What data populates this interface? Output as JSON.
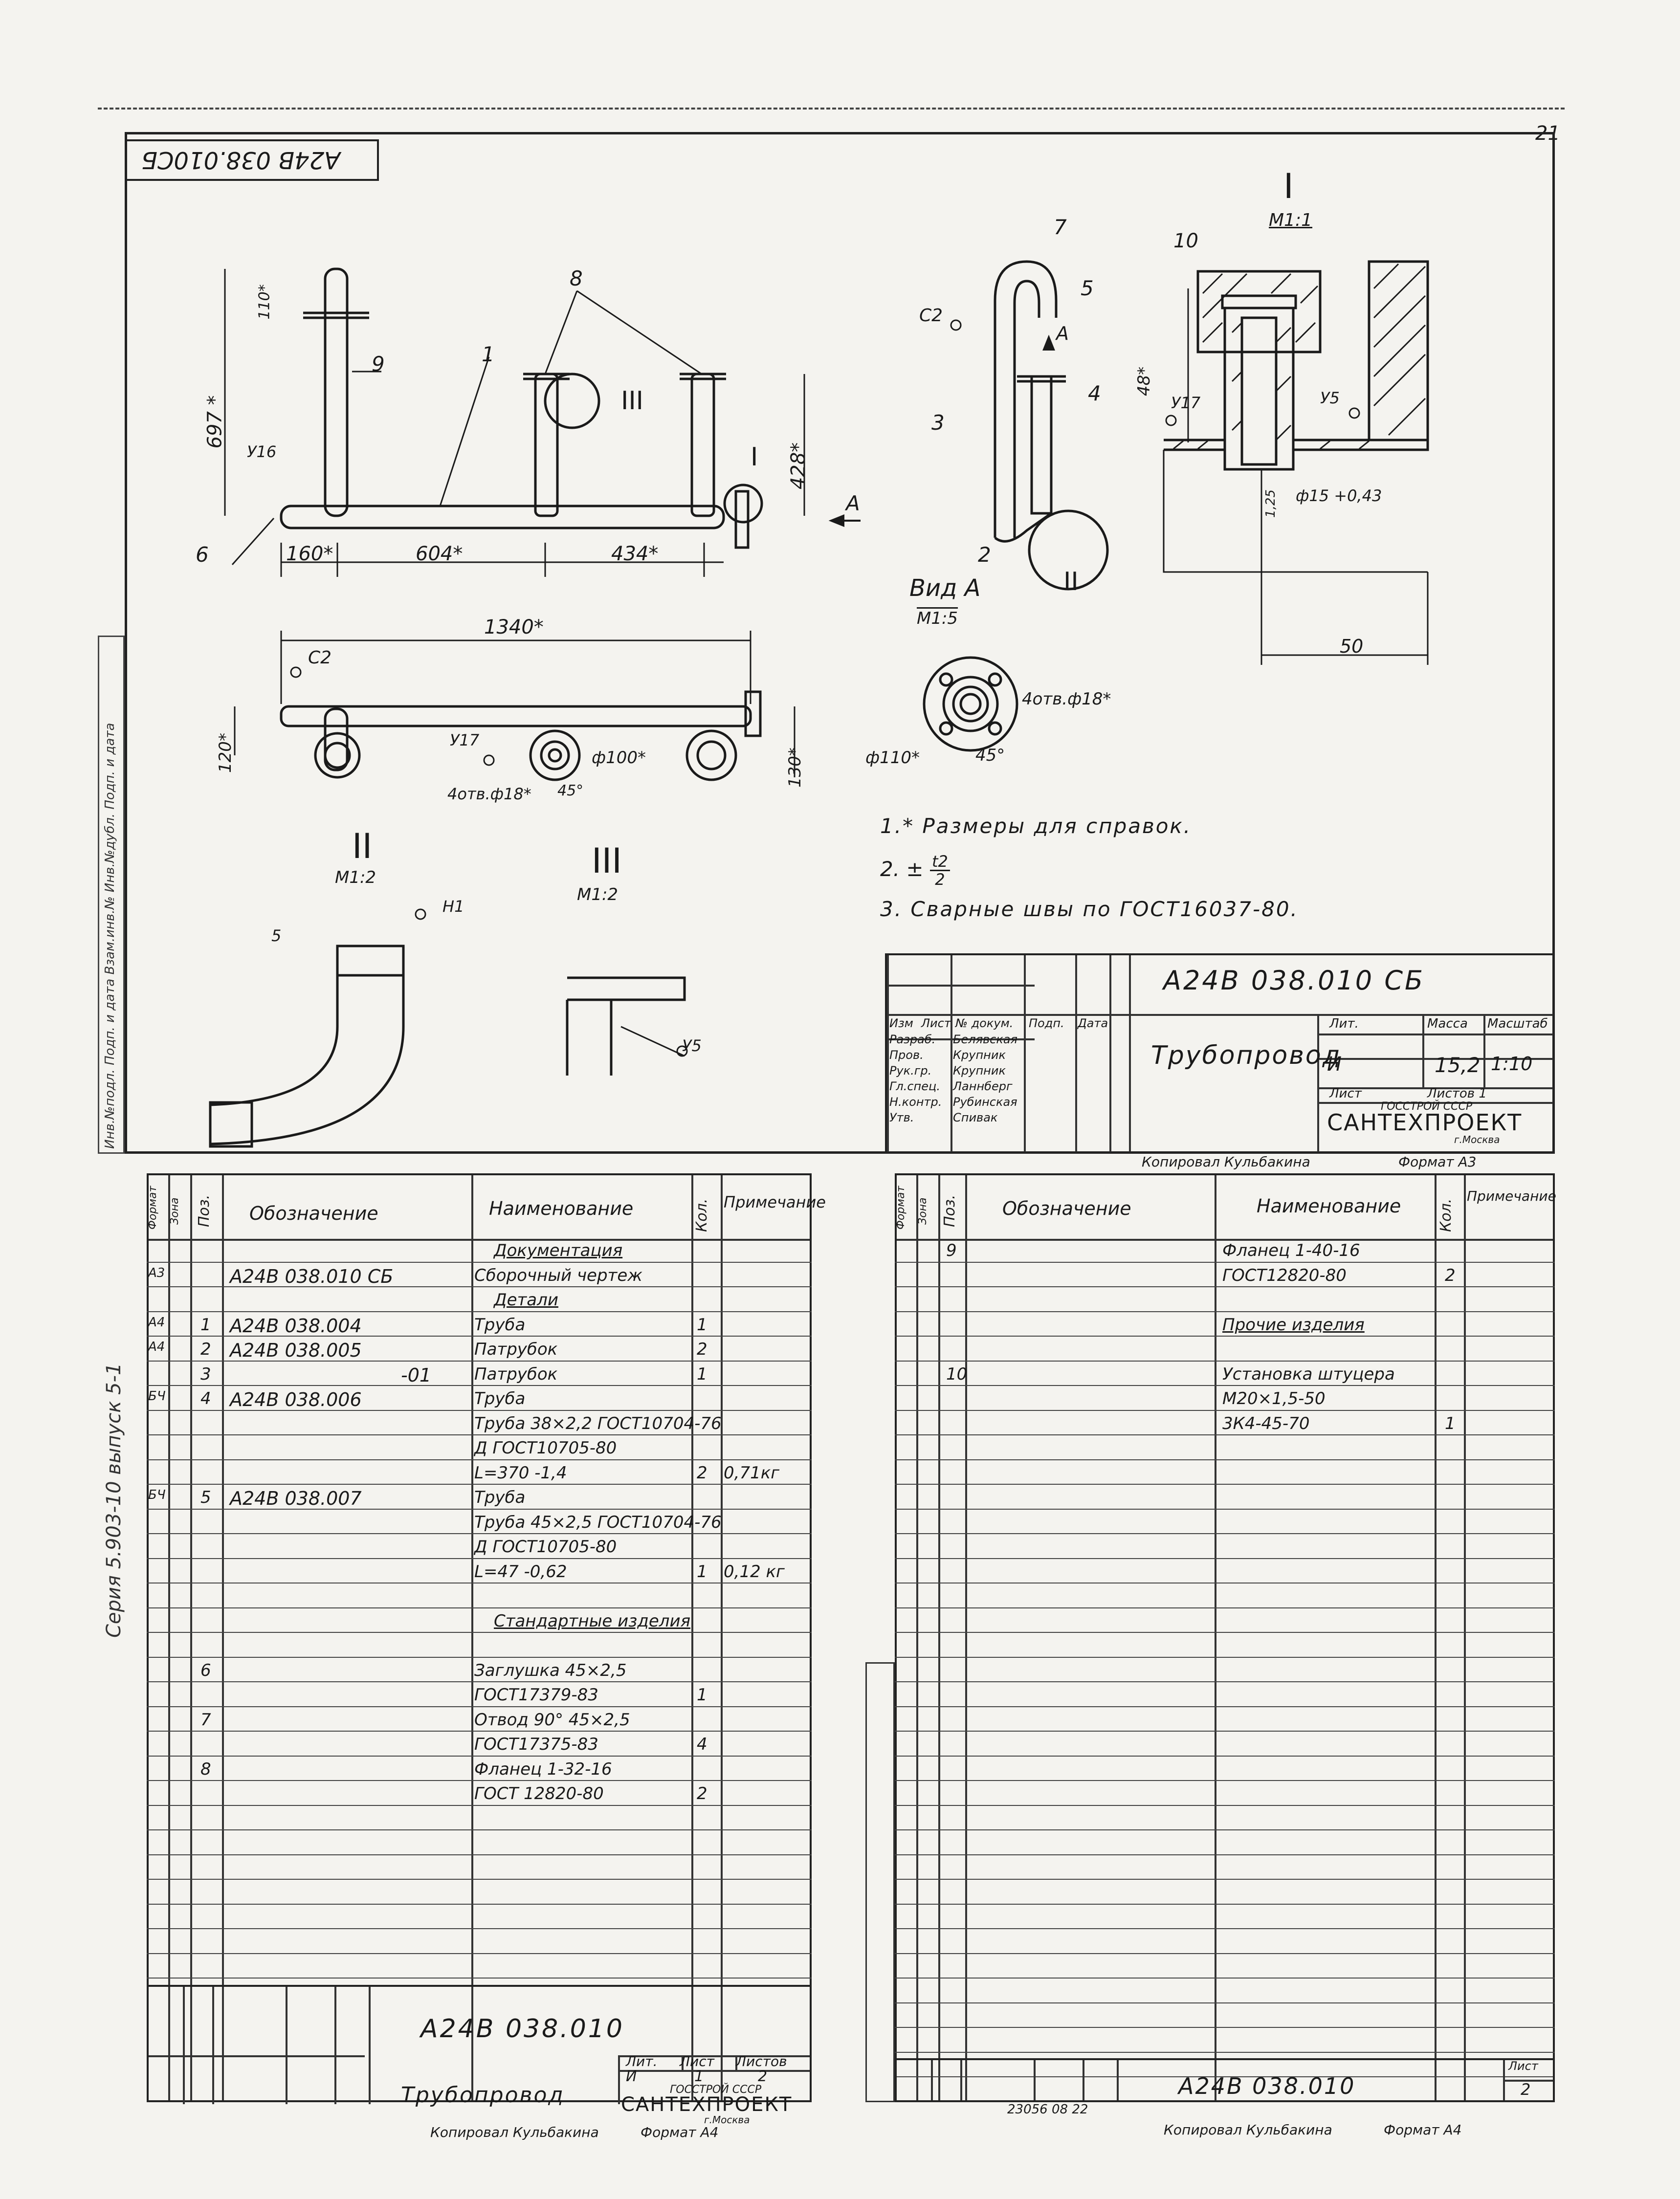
{
  "sheet_number": "21",
  "doc_code_top_left": "А24В 038.010СБ",
  "drawing": {
    "section_I": {
      "label": "I",
      "scale": "М1:1"
    },
    "view_A": {
      "label": "Вид А",
      "scale": "М1:5"
    },
    "section_II": {
      "label": "II",
      "scale": "М1:2"
    },
    "section_III": {
      "label": "III",
      "scale": "М1:2"
    },
    "dims_main": [
      "697 *",
      "110*",
      "428*",
      "160*",
      "604*",
      "434*",
      "1340*",
      "120*",
      "130*"
    ],
    "dims_section": [
      "48*",
      "1,25",
      "ф15 +0,43",
      "50"
    ],
    "dims_view": [
      "4отв.ф18*",
      "ф110*",
      "45°"
    ],
    "dims_plan": [
      "4отв.ф18*",
      "ф100*",
      "45°"
    ],
    "callouts": [
      "1",
      "2",
      "3",
      "4",
      "5",
      "6",
      "7",
      "8",
      "9",
      "10"
    ],
    "weld_marks": [
      "У16",
      "С2",
      "У17",
      "У5",
      "С2",
      "У17",
      "Н1",
      "У5"
    ],
    "arrow_A": "А",
    "dim_5": "5"
  },
  "notes": [
    "1.* Размеры для справок.",
    "2. ± t2/2.",
    "3. Сварные швы по ГОСТ16037-80."
  ],
  "notes_tolerance": {
    "prefix": "2. ±",
    "numerator": "t2",
    "denominator": "2"
  },
  "title_block_top": {
    "code": "А24В 038.010 СБ",
    "name": "Трубопровод",
    "lit_header": "Лит.",
    "mass_header": "Масса",
    "scale_header": "Масштаб",
    "lit": "И",
    "mass": "15,2",
    "scale": "1:10",
    "sheet_label": "Лист",
    "sheets_label": "Листов 1",
    "org_top": "ГОССТРОЙ СССР",
    "org": "САНТЕХПРОЕКТ",
    "org_city": "г.Москва",
    "signature_roles": [
      "Изм",
      "Лист",
      "№ докум.",
      "Подп.",
      "Дата"
    ],
    "people": [
      {
        "role": "Разраб.",
        "name": "Белявская"
      },
      {
        "role": "Пров.",
        "name": "Крупник"
      },
      {
        "role": "Рук.гр.",
        "name": "Крупник"
      },
      {
        "role": "Гл.спец.",
        "name": "Ланнберг"
      },
      {
        "role": "Н.контр.",
        "name": "Рубинская"
      },
      {
        "role": "Утв.",
        "name": "Спивак"
      }
    ],
    "copied": "Копировал Кульбакина",
    "format": "Формат А3"
  },
  "side_stamp": "Инв.№подл.  Подп. и дата  Взам.инв.№  Инв.№дубл.  Подп. и дата",
  "series_note": "Серия 5.903-10    выпуск 5-1",
  "spec_left": {
    "headers": [
      "Формат",
      "Зона",
      "Поз.",
      "Обозначение",
      "Наименование",
      "Кол.",
      "Примечание"
    ],
    "rows": [
      {
        "fmt": "",
        "pos": "",
        "code": "",
        "name": "Документация",
        "qty": "",
        "note": "",
        "section": true
      },
      {
        "fmt": "А3",
        "pos": "",
        "code": "А24В 038.010 СБ",
        "name": "Сборочный чертеж",
        "qty": "",
        "note": ""
      },
      {
        "fmt": "",
        "pos": "",
        "code": "",
        "name": "Детали",
        "qty": "",
        "note": "",
        "section": true
      },
      {
        "fmt": "А4",
        "pos": "1",
        "code": "А24В 038.004",
        "name": "Труба",
        "qty": "1",
        "note": ""
      },
      {
        "fmt": "А4",
        "pos": "2",
        "code": "А24В 038.005",
        "name": "Патрубок",
        "qty": "2",
        "note": ""
      },
      {
        "fmt": "",
        "pos": "3",
        "code": "-01",
        "name": "Патрубок",
        "qty": "1",
        "note": ""
      },
      {
        "fmt": "БЧ",
        "pos": "4",
        "code": "А24В 038.006",
        "name": "Труба",
        "qty": "",
        "note": ""
      },
      {
        "fmt": "",
        "pos": "",
        "code": "",
        "name": "Труба 38×2,2 ГОСТ10704-76",
        "qty": "",
        "note": ""
      },
      {
        "fmt": "",
        "pos": "",
        "code": "",
        "name": "Д ГОСТ10705-80",
        "qty": "",
        "note": ""
      },
      {
        "fmt": "",
        "pos": "",
        "code": "",
        "name": "L=370 -1,4",
        "qty": "2",
        "note": "0,71кг"
      },
      {
        "fmt": "БЧ",
        "pos": "5",
        "code": "А24В 038.007",
        "name": "Труба",
        "qty": "",
        "note": ""
      },
      {
        "fmt": "",
        "pos": "",
        "code": "",
        "name": "Труба 45×2,5 ГОСТ10704-76",
        "qty": "",
        "note": ""
      },
      {
        "fmt": "",
        "pos": "",
        "code": "",
        "name": "Д ГОСТ10705-80",
        "qty": "",
        "note": ""
      },
      {
        "fmt": "",
        "pos": "",
        "code": "",
        "name": "L=47 -0,62",
        "qty": "1",
        "note": "0,12 кг"
      },
      {
        "fmt": "",
        "pos": "",
        "code": "",
        "name": "",
        "qty": "",
        "note": ""
      },
      {
        "fmt": "",
        "pos": "",
        "code": "",
        "name": "Стандартные изделия",
        "qty": "",
        "note": "",
        "section": true
      },
      {
        "fmt": "",
        "pos": "",
        "code": "",
        "name": "",
        "qty": "",
        "note": ""
      },
      {
        "fmt": "",
        "pos": "6",
        "code": "",
        "name": "Заглушка 45×2,5",
        "qty": "",
        "note": ""
      },
      {
        "fmt": "",
        "pos": "",
        "code": "",
        "name": "ГОСТ17379-83",
        "qty": "1",
        "note": ""
      },
      {
        "fmt": "",
        "pos": "7",
        "code": "",
        "name": "Отвод 90° 45×2,5",
        "qty": "",
        "note": ""
      },
      {
        "fmt": "",
        "pos": "",
        "code": "",
        "name": "ГОСТ17375-83",
        "qty": "4",
        "note": ""
      },
      {
        "fmt": "",
        "pos": "8",
        "code": "",
        "name": "Фланец 1-32-16",
        "qty": "",
        "note": ""
      },
      {
        "fmt": "",
        "pos": "",
        "code": "",
        "name": "ГОСТ 12820-80",
        "qty": "2",
        "note": ""
      }
    ]
  },
  "spec_right": {
    "headers": [
      "Формат",
      "Зона",
      "Поз.",
      "Обозначение",
      "Наименование",
      "Кол.",
      "Примечание"
    ],
    "rows": [
      {
        "pos": "9",
        "name": "Фланец 1-40-16",
        "qty": ""
      },
      {
        "pos": "",
        "name": "ГОСТ12820-80",
        "qty": "2"
      },
      {
        "pos": "",
        "name": "",
        "qty": ""
      },
      {
        "pos": "",
        "name": "Прочие изделия",
        "qty": "",
        "section": true
      },
      {
        "pos": "",
        "name": "",
        "qty": ""
      },
      {
        "pos": "10",
        "name": "Установка штуцера",
        "qty": ""
      },
      {
        "pos": "",
        "name": "М20×1,5-50",
        "qty": ""
      },
      {
        "pos": "",
        "name": "3К4-45-70",
        "qty": "1"
      }
    ]
  },
  "title_block_left": {
    "code": "А24В 038.010",
    "name": "Трубопровод",
    "lit_label": "Лит.",
    "sheet_label": "Лист",
    "sheets_label": "Листов",
    "lit": "И",
    "sheet": "1",
    "sheets": "2",
    "org_top": "ГОССТРОЙ СССР",
    "org": "САНТЕХПРОЕКТ",
    "org_city": "г.Москва",
    "copied": "Копировал Кульбакина",
    "format": "Формат А4"
  },
  "title_block_right": {
    "code": "А24В 038.010",
    "sheet_label": "Лист",
    "sheet": "2",
    "stamp_number": "23056 08 22",
    "copied": "Копировал Кульбакина",
    "format": "Формат А4"
  },
  "colors": {
    "ink": "#1a1a1a",
    "paper": "#f4f3ef"
  }
}
